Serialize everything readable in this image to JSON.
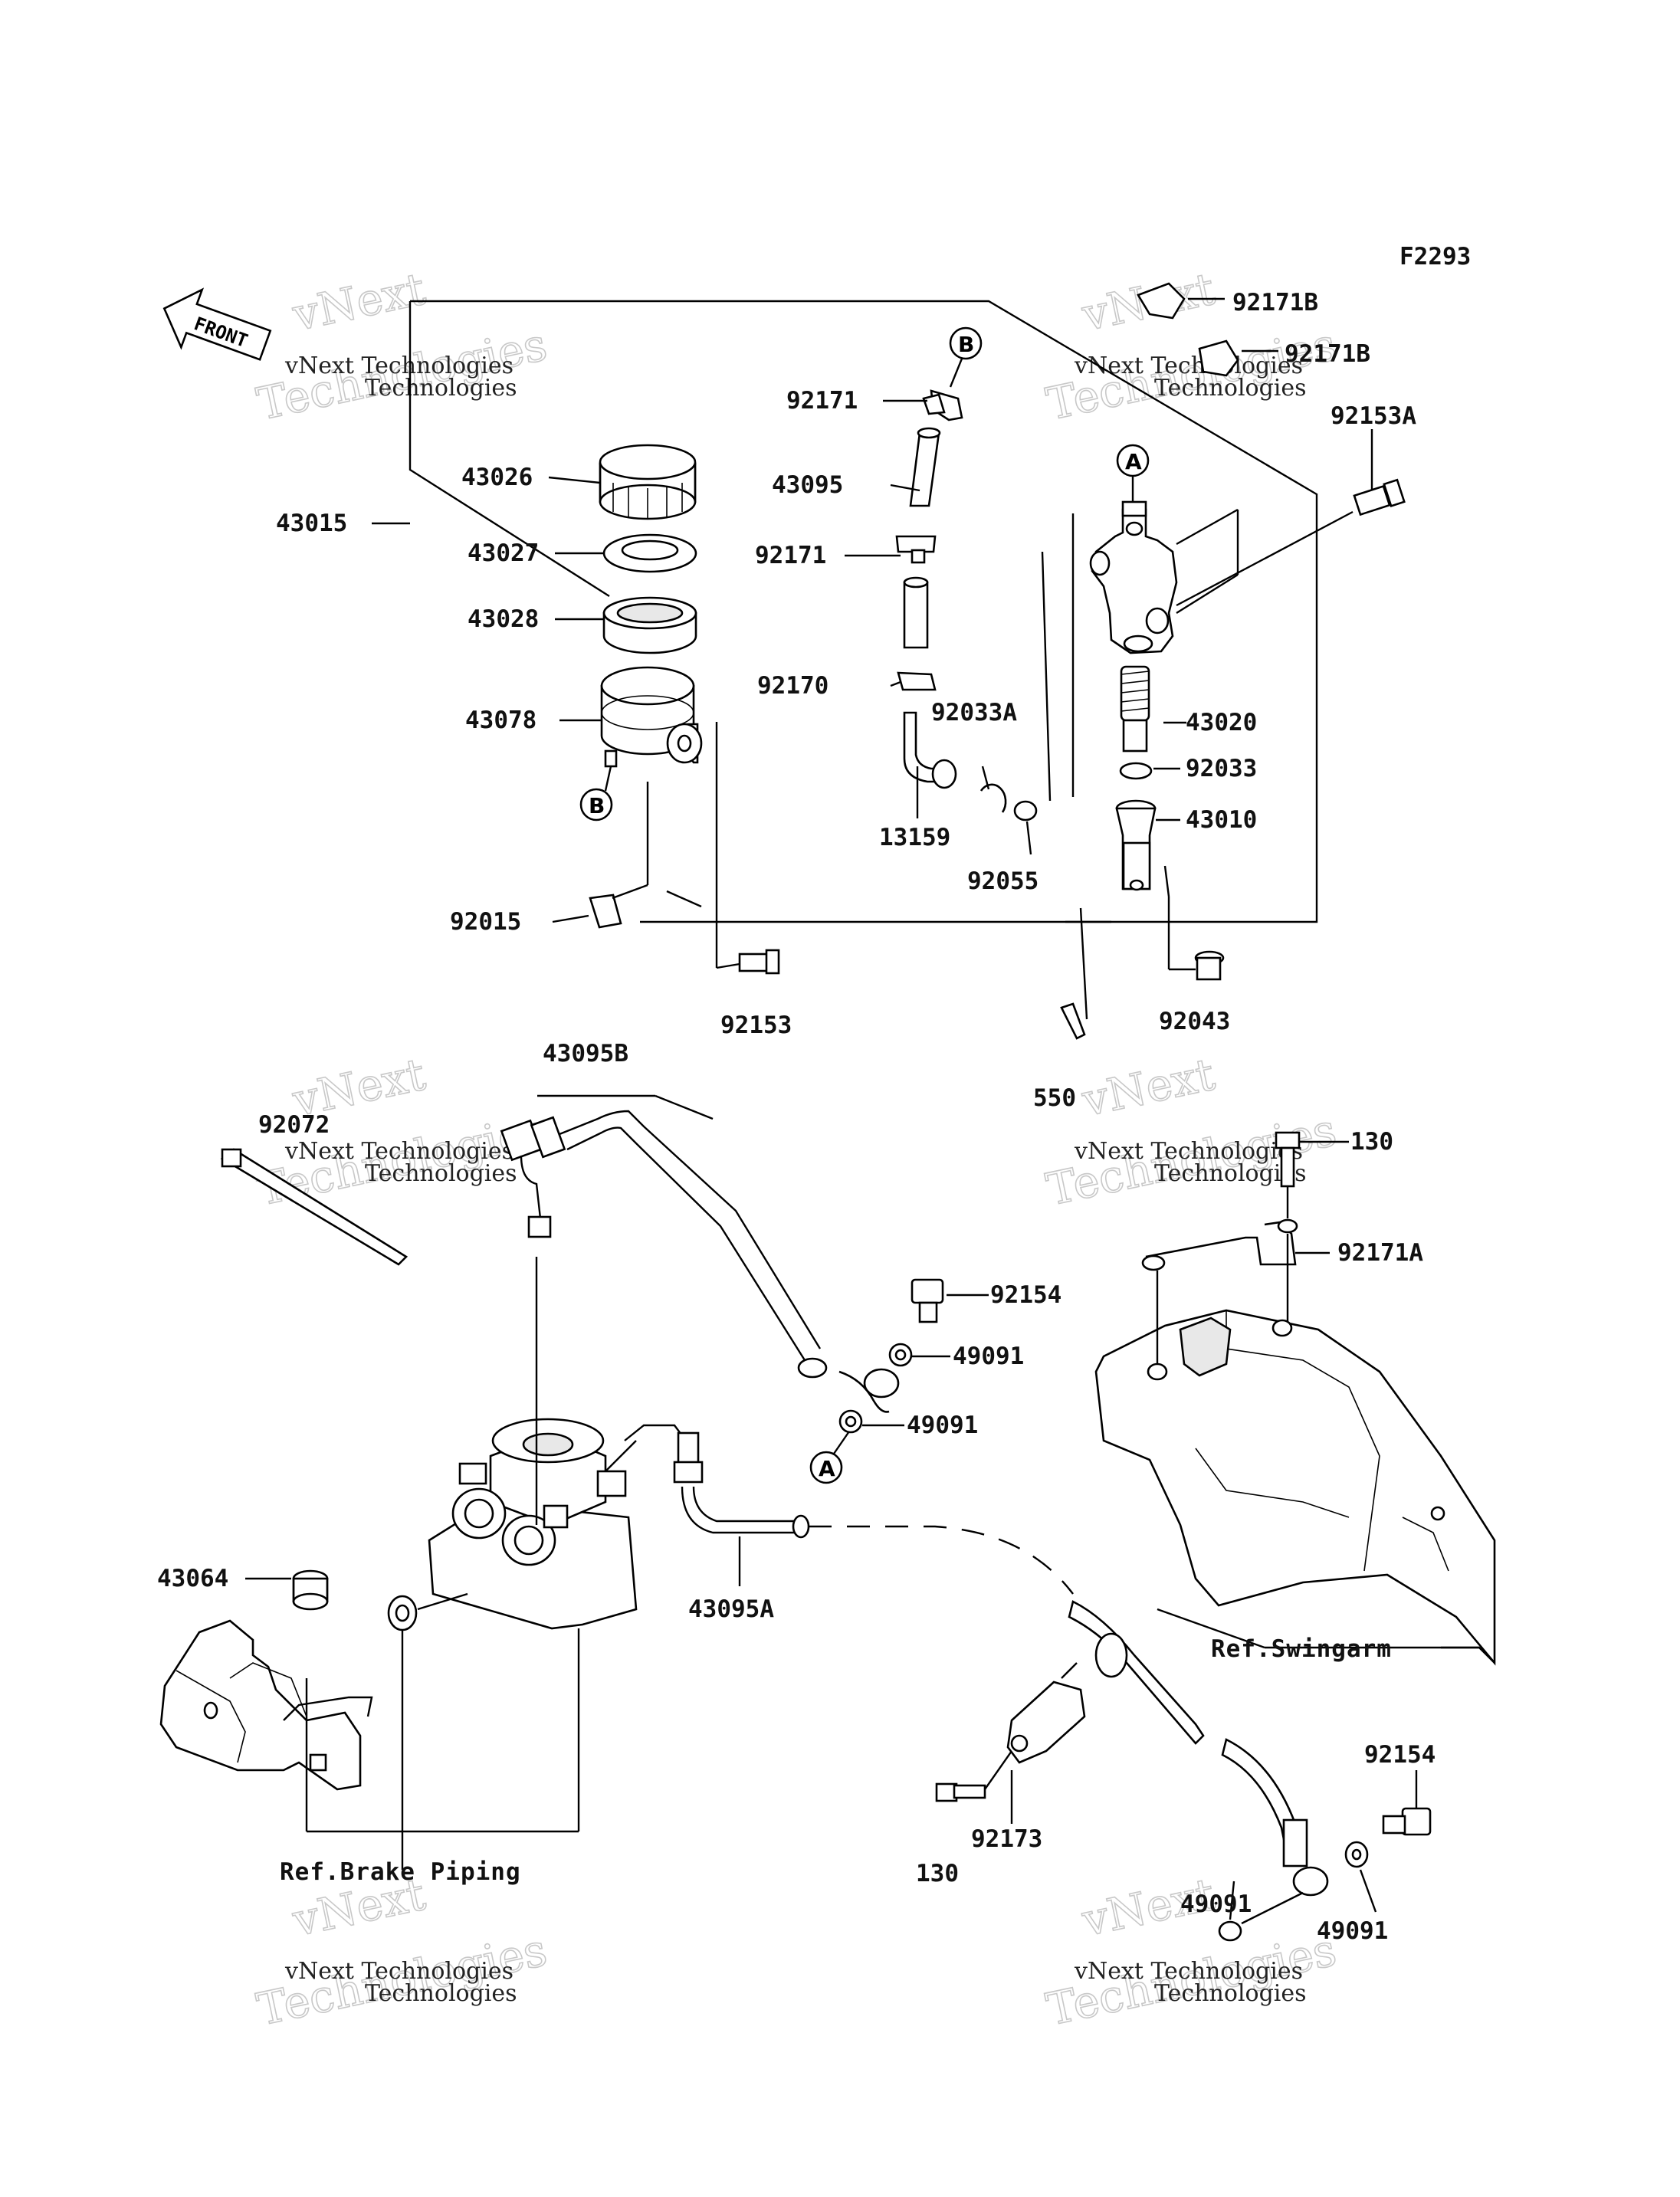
{
  "figure_code": "F2293",
  "front_label": "FRONT",
  "watermark": {
    "line1": "vNext Technologies",
    "line2": "Technologies"
  },
  "parts": {
    "p92171B_a": "92171B",
    "p92171B_b": "92171B",
    "p92153A": "92153A",
    "p92171_a": "92171",
    "p43095": "43095",
    "p92171_b": "92171",
    "p92170": "92170",
    "p13159": "13159",
    "p92033A": "92033A",
    "p92055": "92055",
    "p43026": "43026",
    "p43027": "43027",
    "p43028": "43028",
    "p43078": "43078",
    "p43015": "43015",
    "p92015": "92015",
    "p92153": "92153",
    "p43020": "43020",
    "p92033": "92033",
    "p43010": "43010",
    "p92043": "92043",
    "p550": "550",
    "p43095B": "43095B",
    "p92072": "92072",
    "p130_a": "130",
    "p92171A": "92171A",
    "p92154_a": "92154",
    "p49091_a": "49091",
    "p49091_b": "49091",
    "p43064": "43064",
    "p43095A": "43095A",
    "p92173": "92173",
    "p130_b": "130",
    "p92154_b": "92154",
    "p49091_c": "49091",
    "p49091_d": "49091"
  },
  "markers": {
    "A": "A",
    "B": "B"
  },
  "references": {
    "swingarm": "Ref.Swingarm",
    "brake_piping": "Ref.Brake Piping"
  }
}
